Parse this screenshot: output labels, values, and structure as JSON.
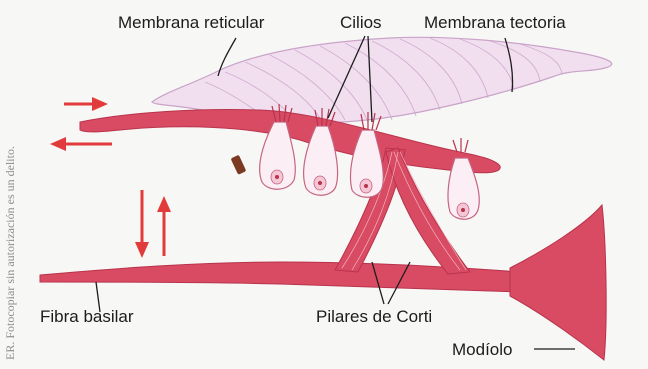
{
  "labels": {
    "membrana_reticular": "Membrana reticular",
    "cilios": "Cilios",
    "membrana_tectoria": "Membrana tectoria",
    "fibra_basilar": "Fibra basilar",
    "pilares_de_corti": "Pilares de Corti",
    "modiolo": "Modíolo"
  },
  "side_notice": "ER. Fotocopiar sin autorización es un delito.",
  "colors": {
    "membrane_fill": "#d94b63",
    "membrane_dark": "#b8334c",
    "tectorial_fill": "#f1dff0",
    "tectorial_stroke": "#c9a3c8",
    "cell_fill": "#fbeef4",
    "cell_stroke": "#c56580",
    "arrow": "#e23b3b",
    "background": "#f7f7f5"
  }
}
